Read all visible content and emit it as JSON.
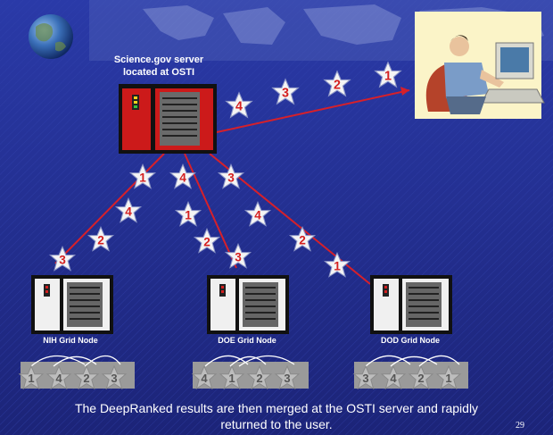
{
  "slide": {
    "server_label_line1": "Science.gov server",
    "server_label_line2": "located at OSTI",
    "nodes": [
      {
        "label": "NIH Grid Node",
        "ranked": [
          "1",
          "4",
          "2",
          "3"
        ]
      },
      {
        "label": "DOE Grid Node",
        "ranked": [
          "4",
          "1",
          "2",
          "3"
        ]
      },
      {
        "label": "DOD Grid Node",
        "ranked": [
          "3",
          "4",
          "2",
          "1"
        ]
      }
    ],
    "to_user_stars": [
      "1",
      "2",
      "3",
      "4"
    ],
    "branch_stars": {
      "left": [
        "1",
        "4",
        "2",
        "3"
      ],
      "middle": [
        "4",
        "1",
        "2",
        "3"
      ],
      "right": [
        "3",
        "4",
        "2",
        "1"
      ]
    },
    "caption_line1": "The DeepRanked results are then merged at the OSTI server and rapidly",
    "caption_line2": "returned to the user.",
    "page_number": "29"
  },
  "colors": {
    "background": "#1f2a8a",
    "star_fill": "#f4f4f4",
    "star_number": "#d42020",
    "line": "#d6202a",
    "server_red": "#cc1a1a"
  }
}
